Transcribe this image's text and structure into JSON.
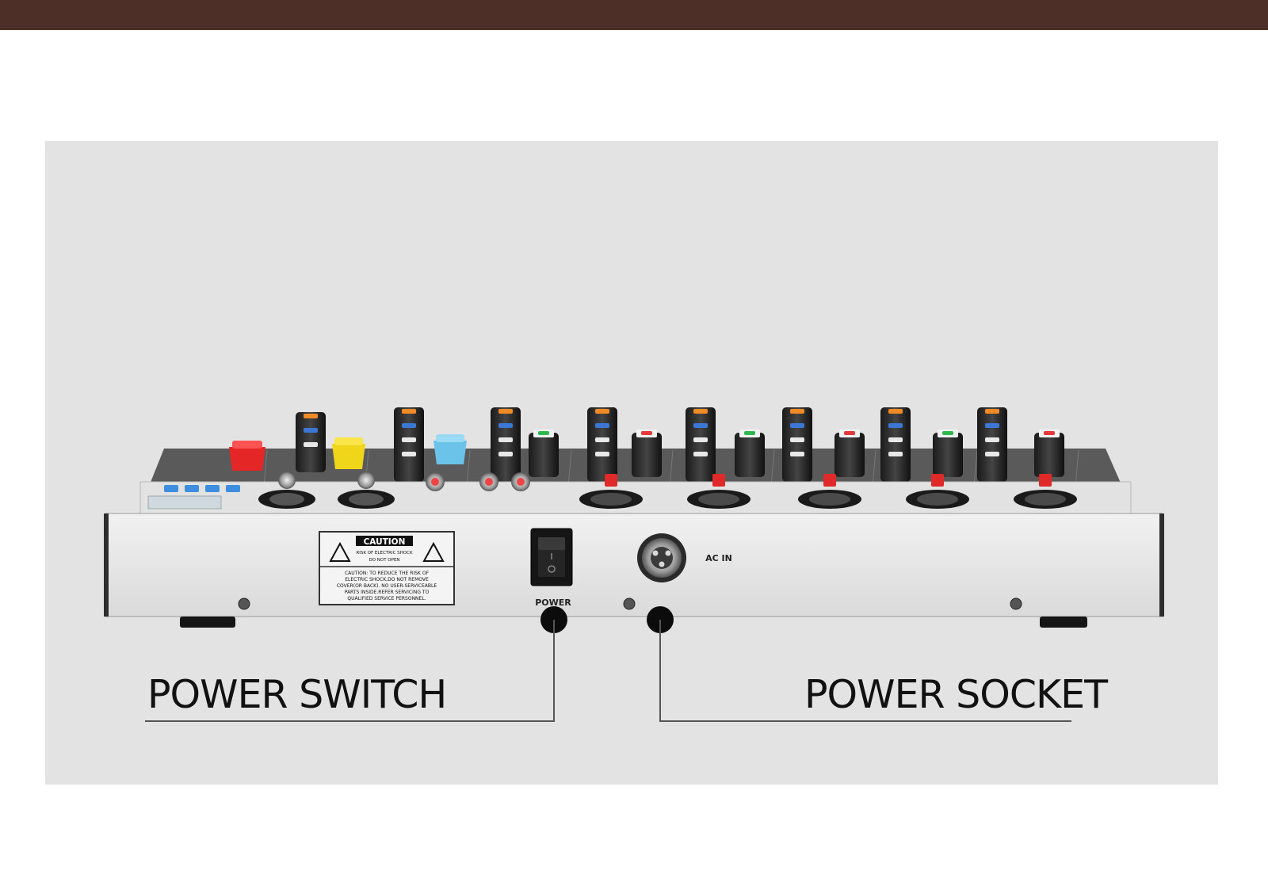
{
  "colors": {
    "top_bar": "#4e2f27",
    "panel_background": "#e3e3e3",
    "mixer_body": "#ebebeb",
    "callout_line": "#555555",
    "callout_dot": "#0c0c0c"
  },
  "mixer": {
    "caution": {
      "title": "CAUTION",
      "warning_lines": [
        "RISK OF ELECTRIC SHOCK",
        "DO NOT OPEN"
      ],
      "body_lines": [
        "CAUTION: TO REDUCE THE RISK OF",
        "ELECTRIC SHOCK,DO NOT REMOVE",
        "COVER(OR BACK). NO USER-SERVICEABLE",
        "PARTS INSIDE.REFER SERVICING TO",
        "QUALIFIED SERVICE PERSONNEL."
      ]
    },
    "power_label": "POWER",
    "ac_in_label": "AC IN"
  },
  "callouts": {
    "power_switch": "POWER SWITCH",
    "power_socket": "POWER SOCKET"
  }
}
